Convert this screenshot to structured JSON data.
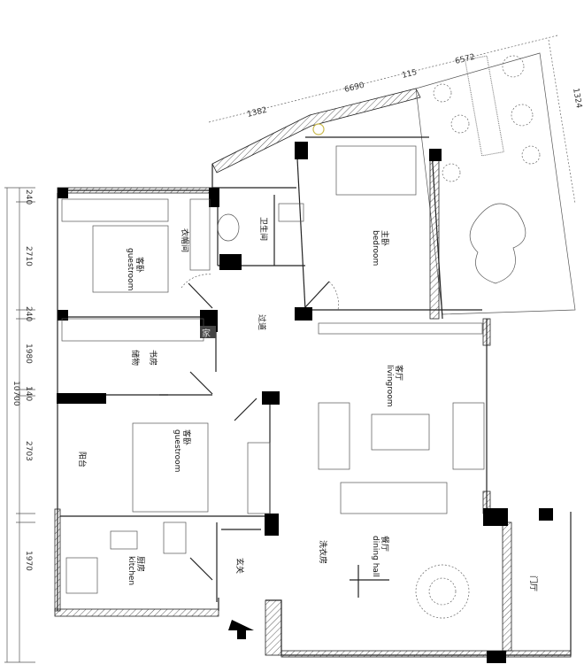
{
  "rooms": {
    "living": {
      "cn": "客厅",
      "en": "livingroom"
    },
    "dining": {
      "cn": "餐厅",
      "en": "dining hall"
    },
    "master": {
      "cn": "主卧",
      "en": "bedroom"
    },
    "guest1": {
      "cn": "客卧",
      "en": "guestroom"
    },
    "guest2": {
      "cn": "客卧",
      "en": "guestroom"
    },
    "kitchen": {
      "cn": "厨房",
      "en": "kitchen"
    },
    "bath": "卫生间",
    "wardrobe": "衣帽间",
    "study": "书房",
    "hall": "过道",
    "entry": "玄关",
    "balcony": "阳台",
    "storage": "储物",
    "laundry": "洗衣房",
    "foyer": "门厅"
  },
  "dimensions": {
    "left": [
      "240",
      "2710",
      "240",
      "1980",
      "140",
      "2703",
      "1970"
    ],
    "total_left": "10700",
    "top": [
      "1382",
      "6690",
      "115",
      "6572",
      "1324"
    ]
  },
  "watermark": "家"
}
